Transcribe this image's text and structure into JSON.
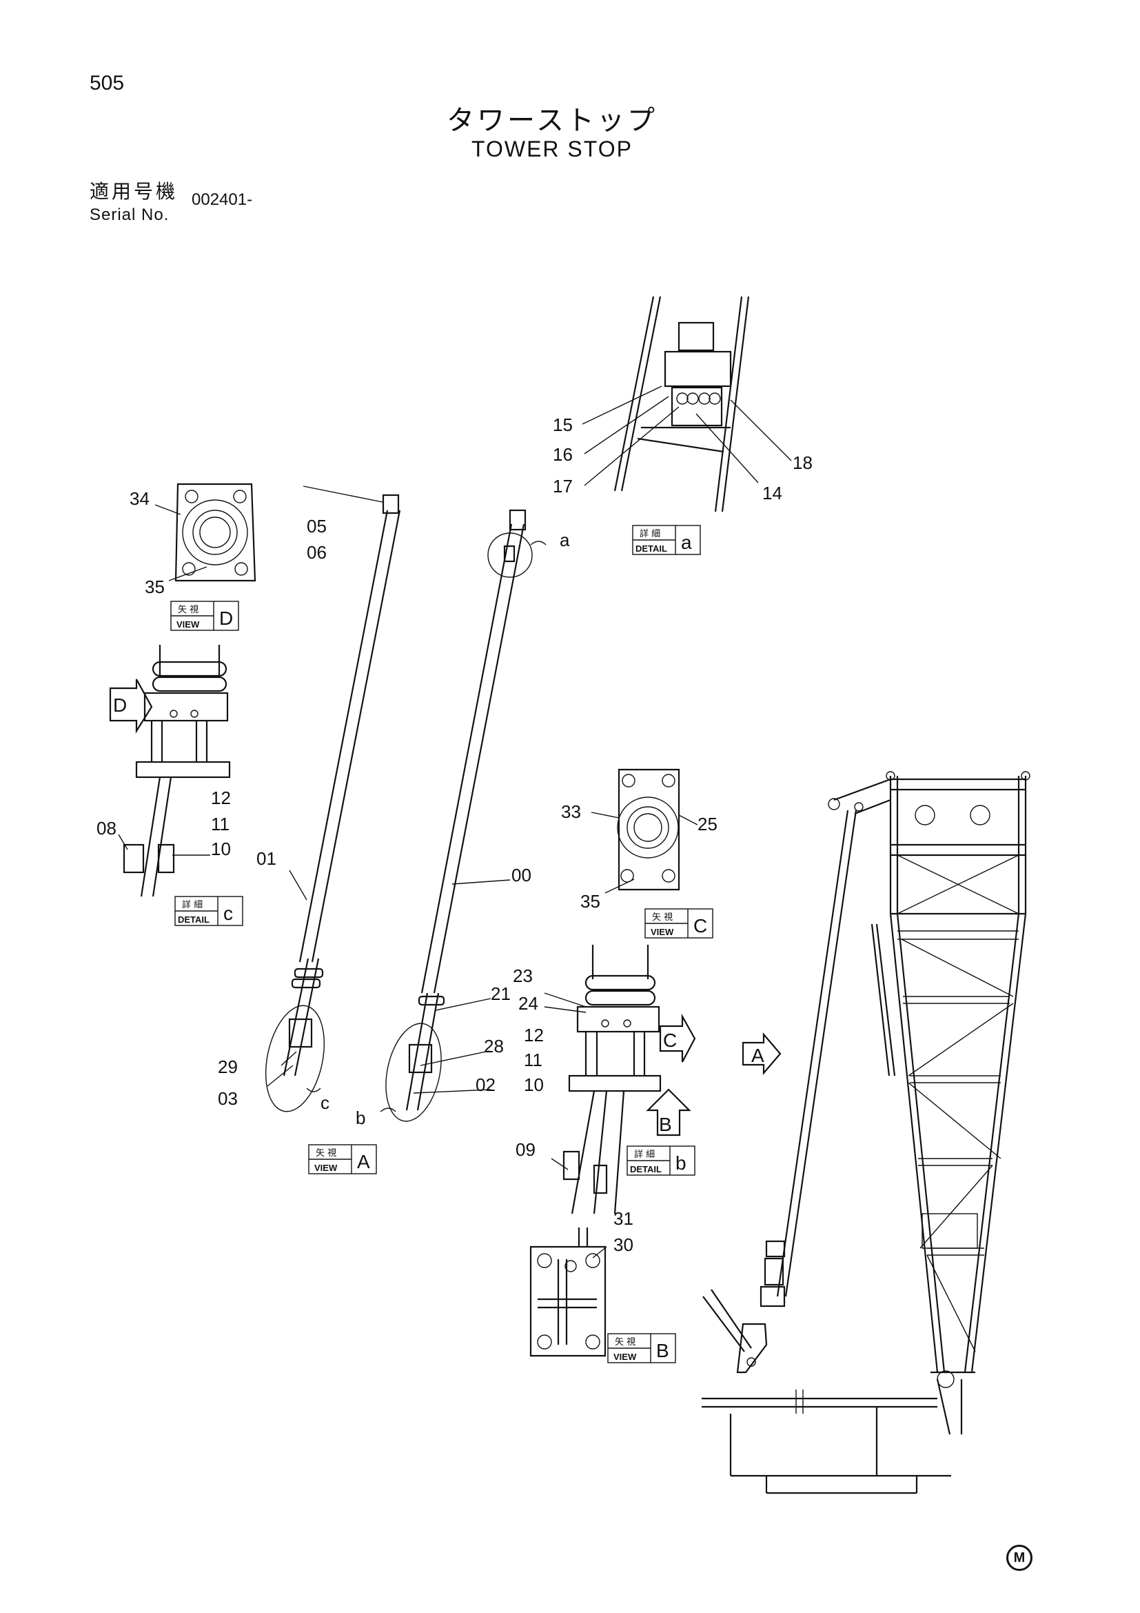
{
  "page_number": "505",
  "title_jp": "タワーストップ",
  "title_en": "TOWER STOP",
  "serial_label_jp": "適用号機",
  "serial_label_en": "Serial No.",
  "serial_value": "002401-",
  "footer_mark": "M",
  "callouts": {
    "p00": "00",
    "p01": "01",
    "p02": "02",
    "p03": "03",
    "p05": "05",
    "p06": "06",
    "p08": "08",
    "p09": "09",
    "p10_c": "10",
    "p11_c": "11",
    "p12_c": "12",
    "p10_b": "10",
    "p11_b": "11",
    "p12_b": "12",
    "p14": "14",
    "p15": "15",
    "p16": "16",
    "p17": "17",
    "p18": "18",
    "p21": "21",
    "p23": "23",
    "p24": "24",
    "p25": "25",
    "p28": "28",
    "p29": "29",
    "p30": "30",
    "p31": "31",
    "p33": "33",
    "p34": "34",
    "p35_d": "35",
    "p35_c": "35",
    "letter_a": "a",
    "letter_b": "b",
    "letter_c": "c"
  },
  "view_labels": {
    "detail_a": {
      "jp": "詳 細",
      "en": "DETAIL",
      "letter": "a"
    },
    "detail_b": {
      "jp": "詳 細",
      "en": "DETAIL",
      "letter": "b"
    },
    "detail_c": {
      "jp": "詳 細",
      "en": "DETAIL",
      "letter": "c"
    },
    "view_a": {
      "jp": "矢 視",
      "en": "VIEW",
      "letter": "A"
    },
    "view_b": {
      "jp": "矢 視",
      "en": "VIEW",
      "letter": "B"
    },
    "view_c": {
      "jp": "矢 視",
      "en": "VIEW",
      "letter": "C"
    },
    "view_d": {
      "jp": "矢 視",
      "en": "VIEW",
      "letter": "D"
    }
  },
  "arrow_letters": {
    "a": "A",
    "b": "B",
    "c": "C",
    "d": "D"
  }
}
